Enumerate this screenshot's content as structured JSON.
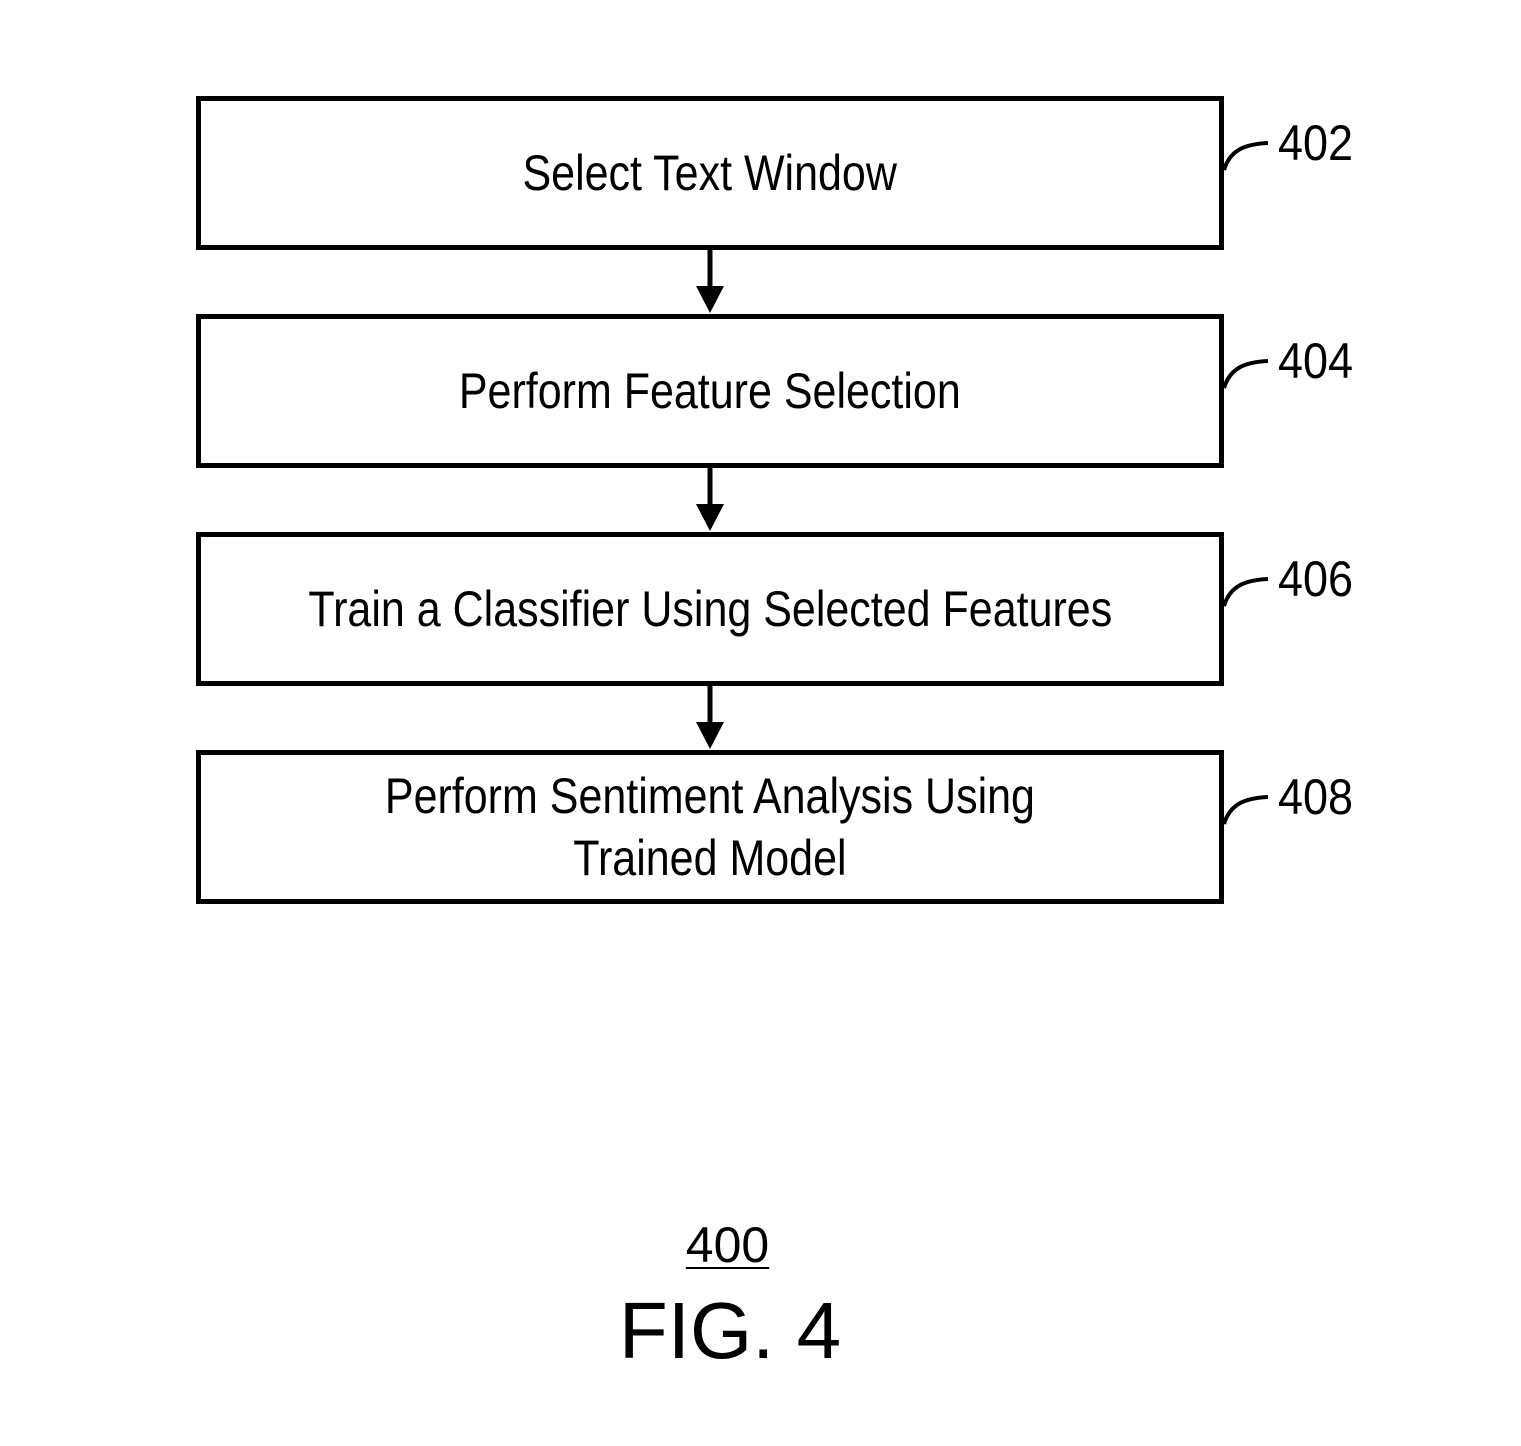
{
  "flowchart": {
    "steps": [
      {
        "text_lines": [
          "Select Text Window"
        ],
        "ref": "402"
      },
      {
        "text_lines": [
          "Perform Feature Selection"
        ],
        "ref": "404"
      },
      {
        "text_lines": [
          "Train a Classifier Using Selected Features"
        ],
        "ref": "406"
      },
      {
        "text_lines": [
          "Perform Sentiment Analysis Using",
          "Trained Model"
        ],
        "ref": "408"
      }
    ],
    "arrows": [
      {
        "from": "402",
        "to": "404"
      },
      {
        "from": "404",
        "to": "406"
      },
      {
        "from": "406",
        "to": "408"
      }
    ]
  },
  "figure": {
    "number": "400",
    "caption": "FIG. 4"
  }
}
